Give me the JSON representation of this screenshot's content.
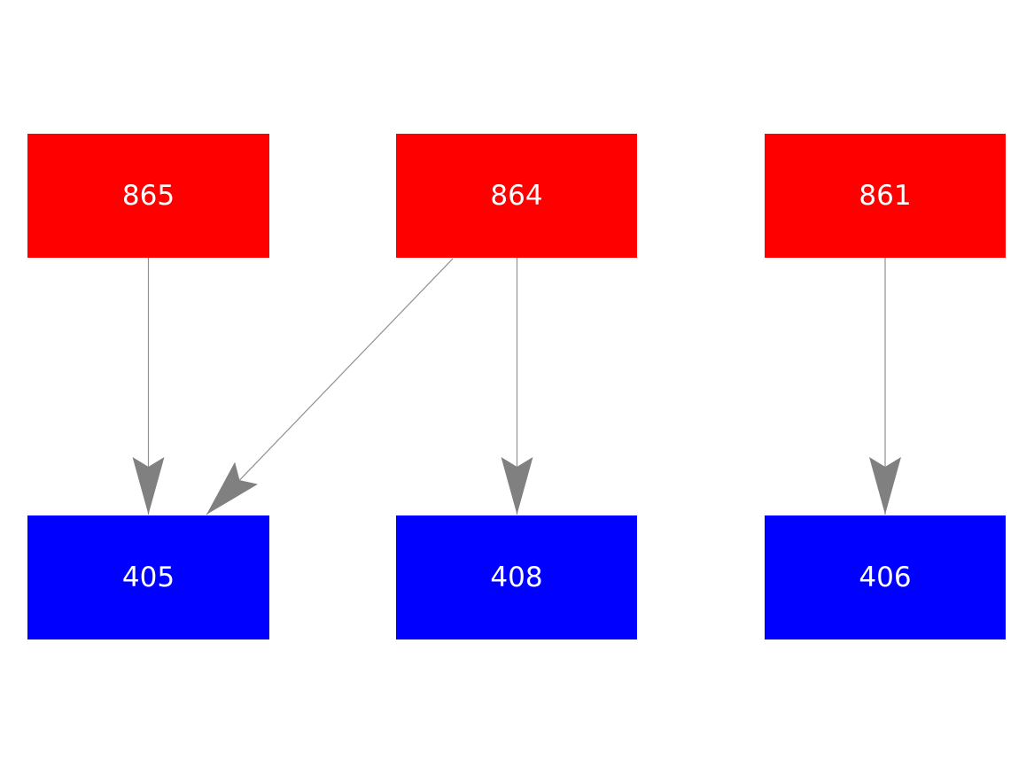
{
  "diagram": {
    "title": "",
    "background_color": "#ffffff",
    "node_text_color": "#ffffff",
    "edge_color": "#808080",
    "source_color": "#ff0000",
    "target_color": "#0000ff",
    "nodes": [
      {
        "id": "865",
        "label": "865",
        "role": "source",
        "color": "#ff0000"
      },
      {
        "id": "864",
        "label": "864",
        "role": "source",
        "color": "#ff0000"
      },
      {
        "id": "861",
        "label": "861",
        "role": "source",
        "color": "#ff0000"
      },
      {
        "id": "405",
        "label": "405",
        "role": "target",
        "color": "#0000ff"
      },
      {
        "id": "408",
        "label": "408",
        "role": "target",
        "color": "#0000ff"
      },
      {
        "id": "406",
        "label": "406",
        "role": "target",
        "color": "#0000ff"
      }
    ],
    "edges": [
      {
        "from": "865",
        "to": "405"
      },
      {
        "from": "864",
        "to": "405"
      },
      {
        "from": "864",
        "to": "408"
      },
      {
        "from": "861",
        "to": "406"
      }
    ]
  }
}
